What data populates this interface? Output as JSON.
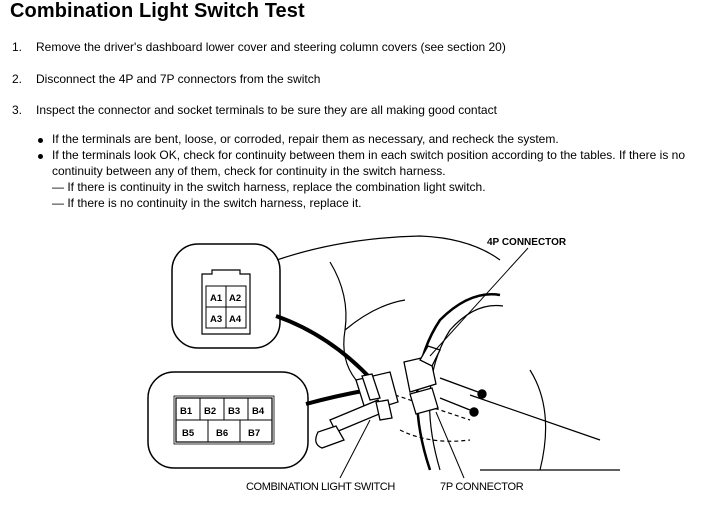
{
  "title": "Combination Light Switch Test",
  "steps": [
    {
      "num": "1.",
      "text": "Remove the driver's dashboard lower cover and steering column covers (see section 20)"
    },
    {
      "num": "2.",
      "text": "Disconnect the 4P and 7P connectors from the switch"
    },
    {
      "num": "3.",
      "text": "Inspect the connector and socket terminals to be sure they are all making good contact"
    }
  ],
  "bullets": [
    "If the terminals are bent, loose, or corroded, repair them as necessary, and recheck the system.",
    "If the terminals look OK, check for continuity between them in each switch position according to the tables. If there is no continuity between any of them, check for continuity in the switch harness."
  ],
  "dashes": [
    "— If there is continuity in the switch harness, replace the combination light switch.",
    "— If there is no continuity in the switch harness, replace it."
  ],
  "diagram": {
    "label_4p": "4P CONNECTOR",
    "label_switch": "COMBINATION LIGHT SWITCH",
    "label_7p": "7P CONNECTOR",
    "terminals_4p": [
      "A1",
      "A2",
      "A3",
      "A4"
    ],
    "terminals_7p": [
      "B1",
      "B2",
      "B3",
      "B4",
      "B5",
      "B6",
      "B7"
    ]
  }
}
